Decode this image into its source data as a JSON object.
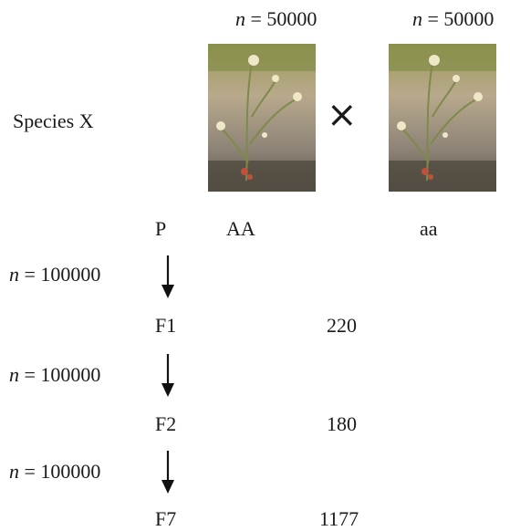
{
  "populations": {
    "left": {
      "n_var": "n",
      "n_eq": " = 50000"
    },
    "right": {
      "n_var": "n",
      "n_eq": " = 50000"
    }
  },
  "species_label": "Species X",
  "cross_symbol": "×",
  "genotypes": {
    "p_label": "P",
    "left": "AA",
    "right": "aa"
  },
  "generations": [
    {
      "n_var": "n",
      "n_eq": " = 100000",
      "label": "F1",
      "value": "220"
    },
    {
      "n_var": "n",
      "n_eq": " = 100000",
      "label": "F2",
      "value": "180"
    },
    {
      "n_var": "n",
      "n_eq": " = 100000",
      "label": "F7",
      "value": "1177"
    }
  ]
}
